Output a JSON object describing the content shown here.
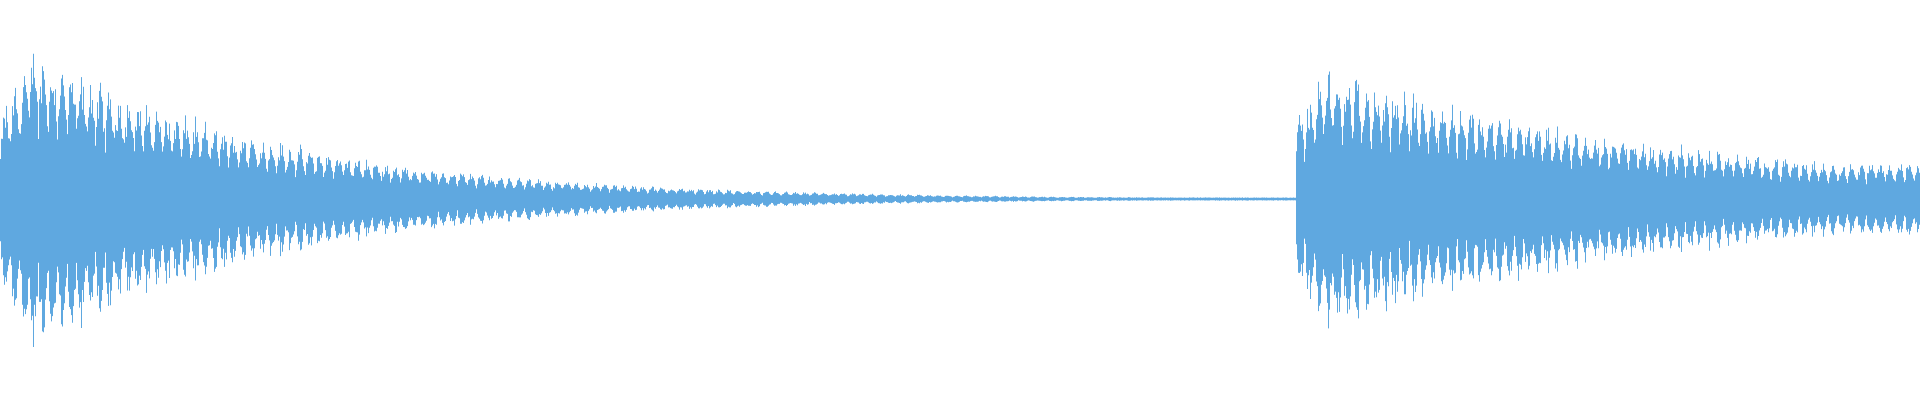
{
  "waveform": {
    "color": "#5FA8E0",
    "background": "#FFFFFF",
    "segments": [
      {
        "name": "first-burst",
        "start_fraction": 0.0,
        "end_fraction": 0.675,
        "onset_fraction": 0.025,
        "peak_amplitude": 0.95,
        "body_amplitude": 0.28,
        "decay": "exponential"
      },
      {
        "name": "second-burst",
        "start_fraction": 0.675,
        "end_fraction": 1.0,
        "onset_fraction": 0.05,
        "peak_amplitude": 0.82,
        "body_amplitude": 0.3,
        "decay": "slow"
      }
    ],
    "silence_level": 0.01
  }
}
